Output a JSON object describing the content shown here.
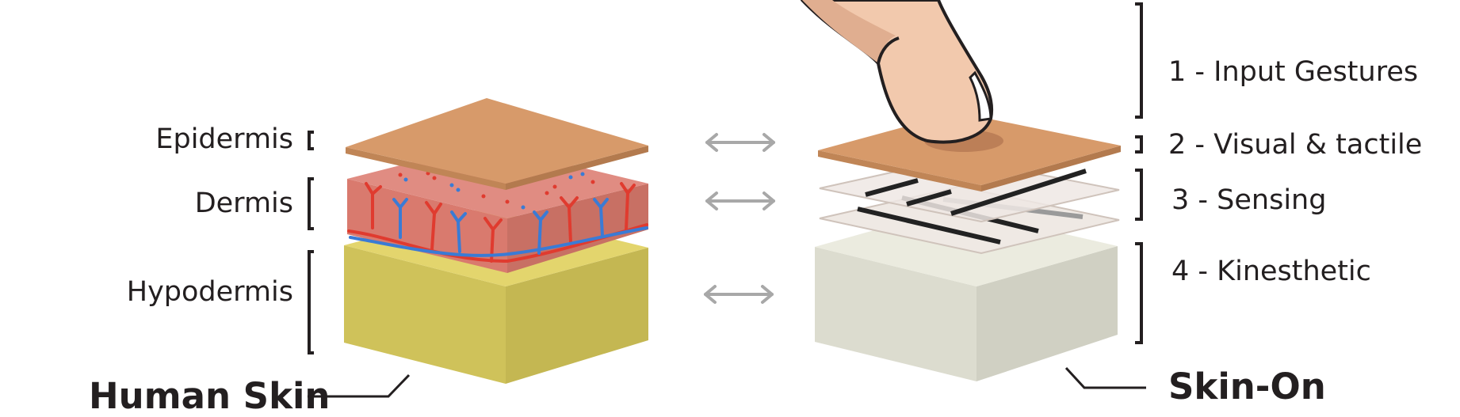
{
  "human_skin": {
    "title": "Human Skin",
    "layers": [
      "Epidermis",
      "Dermis",
      "Hypodermis"
    ]
  },
  "skin_on": {
    "title": "Skin-On",
    "layers": [
      "1 - Input Gestures",
      "2 - Visual & tactile",
      "3 - Sensing",
      "4 - Kinesthetic"
    ]
  },
  "colors": {
    "epidermis": "#d79a6a",
    "dermis": "#d9776c",
    "hypodermis": "#d3c45a",
    "silicone_base": "#dcdccf",
    "vein_red": "#e03b2f",
    "vein_blue": "#3a7bd5",
    "electrode": "#222222",
    "arrow": "#a8a8a8",
    "finger": "#f2c9ad"
  },
  "icons": [
    "double-arrow-icon",
    "finger-icon",
    "bracket-icon"
  ]
}
